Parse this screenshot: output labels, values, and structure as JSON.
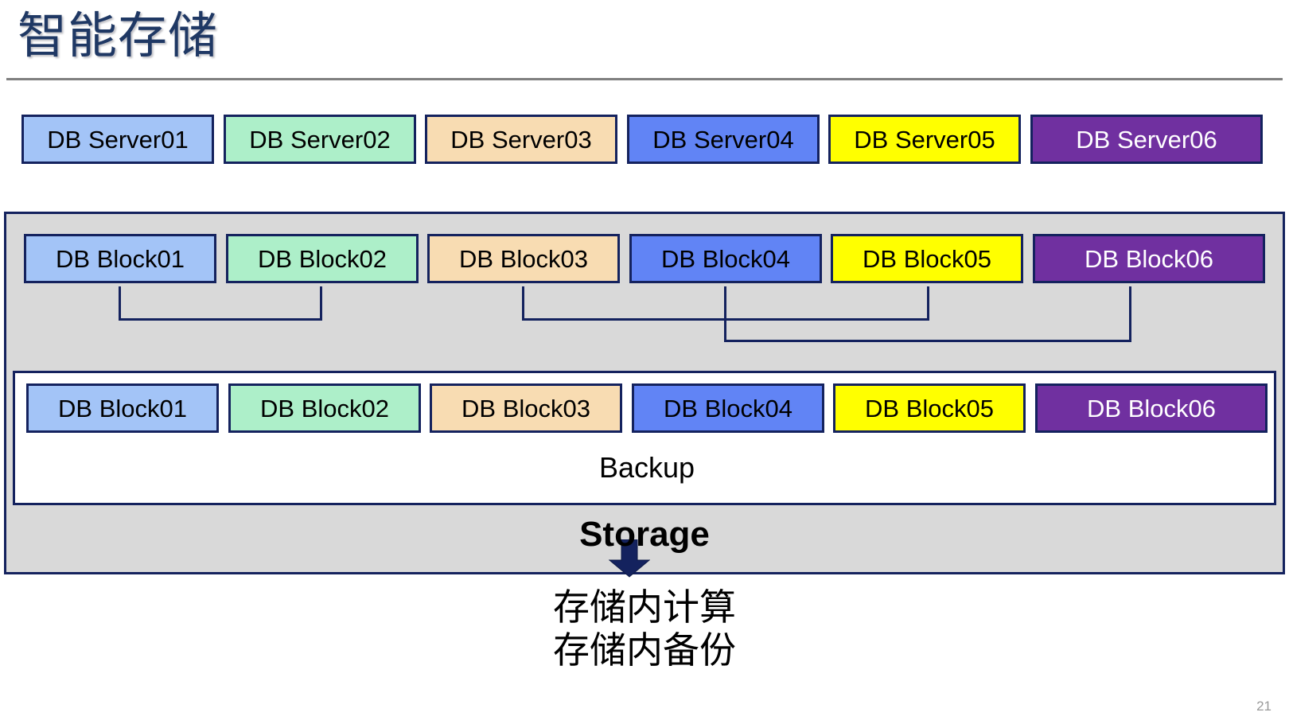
{
  "slide": {
    "title": "智能存储",
    "page_number": "21"
  },
  "colors": {
    "title_text": "#1F3864",
    "border": "#14225E",
    "rule": "#808080",
    "storage_bg": "#D9D9D9",
    "backup_bg": "#FFFFFF",
    "arrow": "#14225E",
    "page_number": "#9A9A9A",
    "swatch_light_blue": "#A3C4F7",
    "swatch_mint": "#ADEFC9",
    "swatch_peach": "#F8DCB2",
    "swatch_royal_blue": "#6184F5",
    "swatch_yellow": "#FFFF00",
    "swatch_purple": "#7030A0"
  },
  "servers": {
    "items": [
      {
        "label": "DB Server01",
        "fill": "#A3C4F7",
        "text": "#000000"
      },
      {
        "label": "DB Server02",
        "fill": "#ADEFC9",
        "text": "#000000"
      },
      {
        "label": "DB Server03",
        "fill": "#F8DCB2",
        "text": "#000000"
      },
      {
        "label": "DB Server04",
        "fill": "#6184F5",
        "text": "#000000"
      },
      {
        "label": "DB Server05",
        "fill": "#FFFF00",
        "text": "#000000"
      },
      {
        "label": "DB Server06",
        "fill": "#7030A0",
        "text": "#FFFFFF"
      }
    ]
  },
  "storage": {
    "label": "Storage",
    "blocks_top": [
      {
        "label": "DB Block01",
        "fill": "#A3C4F7",
        "text": "#000000"
      },
      {
        "label": "DB Block02",
        "fill": "#ADEFC9",
        "text": "#000000"
      },
      {
        "label": "DB Block03",
        "fill": "#F8DCB2",
        "text": "#000000"
      },
      {
        "label": "DB Block04",
        "fill": "#6184F5",
        "text": "#000000"
      },
      {
        "label": "DB Block05",
        "fill": "#FFFF00",
        "text": "#000000"
      },
      {
        "label": "DB Block06",
        "fill": "#7030A0",
        "text": "#FFFFFF"
      }
    ],
    "backup": {
      "label": "Backup",
      "blocks": [
        {
          "label": "DB Block01",
          "fill": "#A3C4F7",
          "text": "#000000"
        },
        {
          "label": "DB Block02",
          "fill": "#ADEFC9",
          "text": "#000000"
        },
        {
          "label": "DB Block03",
          "fill": "#F8DCB2",
          "text": "#000000"
        },
        {
          "label": "DB Block04",
          "fill": "#6184F5",
          "text": "#000000"
        },
        {
          "label": "DB Block05",
          "fill": "#FFFF00",
          "text": "#000000"
        },
        {
          "label": "DB Block06",
          "fill": "#7030A0",
          "text": "#FFFFFF"
        }
      ]
    }
  },
  "connectors": [
    {
      "name": "connector-block01-block02",
      "from": "DB Block01",
      "to": "DB Block02"
    },
    {
      "name": "connector-block03-block05",
      "from": "DB Block03",
      "to": "DB Block05"
    },
    {
      "name": "connector-block04-block06",
      "from": "DB Block04",
      "to": "DB Block06"
    }
  ],
  "arrow": {
    "name": "down-arrow-icon",
    "direction": "down"
  },
  "captions": [
    "存储内计算",
    "存储内备份"
  ]
}
